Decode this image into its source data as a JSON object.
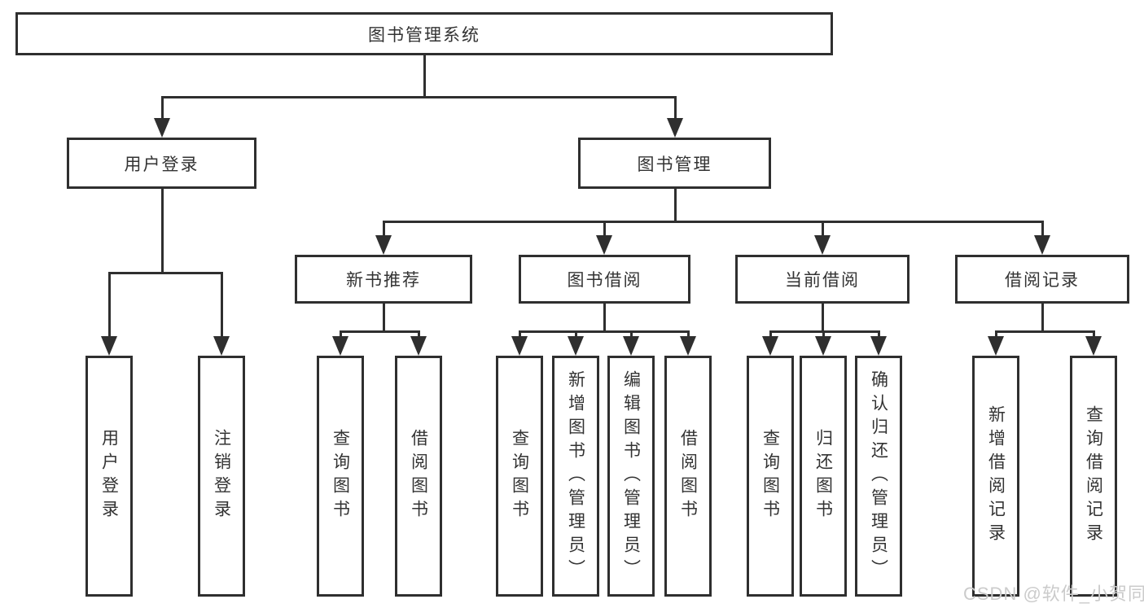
{
  "tree": {
    "label": "图书管理系统",
    "children": [
      {
        "label": "用户登录",
        "children": [
          {
            "label": "用户登录"
          },
          {
            "label": "注销登录"
          }
        ]
      },
      {
        "label": "图书管理",
        "children": [
          {
            "label": "新书推荐",
            "children": [
              {
                "label": "查询图书"
              },
              {
                "label": "借阅图书"
              }
            ]
          },
          {
            "label": "图书借阅",
            "children": [
              {
                "label": "查询图书"
              },
              {
                "label": "新增图书（管理员）"
              },
              {
                "label": "编辑图书（管理员）"
              },
              {
                "label": "借阅图书"
              }
            ]
          },
          {
            "label": "当前借阅",
            "children": [
              {
                "label": "查询图书"
              },
              {
                "label": "归还图书"
              },
              {
                "label": "确认归还（管理员）"
              }
            ]
          },
          {
            "label": "借阅记录",
            "children": [
              {
                "label": "新增借阅记录"
              },
              {
                "label": "查询借阅记录"
              }
            ]
          }
        ]
      }
    ]
  },
  "watermark": {
    "text": "CSDN @软件_小贺同学",
    "color": "#cbcbcb"
  },
  "colors": {
    "line": "#2f2f2f",
    "text": "#333333",
    "background": "#ffffff"
  }
}
